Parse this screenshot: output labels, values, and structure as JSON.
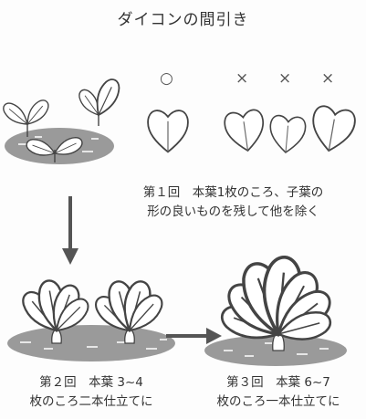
{
  "title": "ダイコンの間引き",
  "seedling_marks": [
    "○",
    "×",
    "×",
    "×"
  ],
  "step1": {
    "line1": "第１回　本葉1枚のころ、子葉の",
    "line2": "形の良いものを残して他を除く"
  },
  "step2": {
    "line1": "第２回　本葉 3~4",
    "line2": "枚のころ二本仕立てに"
  },
  "step3": {
    "line1": "第３回　本葉 6~7",
    "line2": "枚のころ一本仕立てに"
  }
}
